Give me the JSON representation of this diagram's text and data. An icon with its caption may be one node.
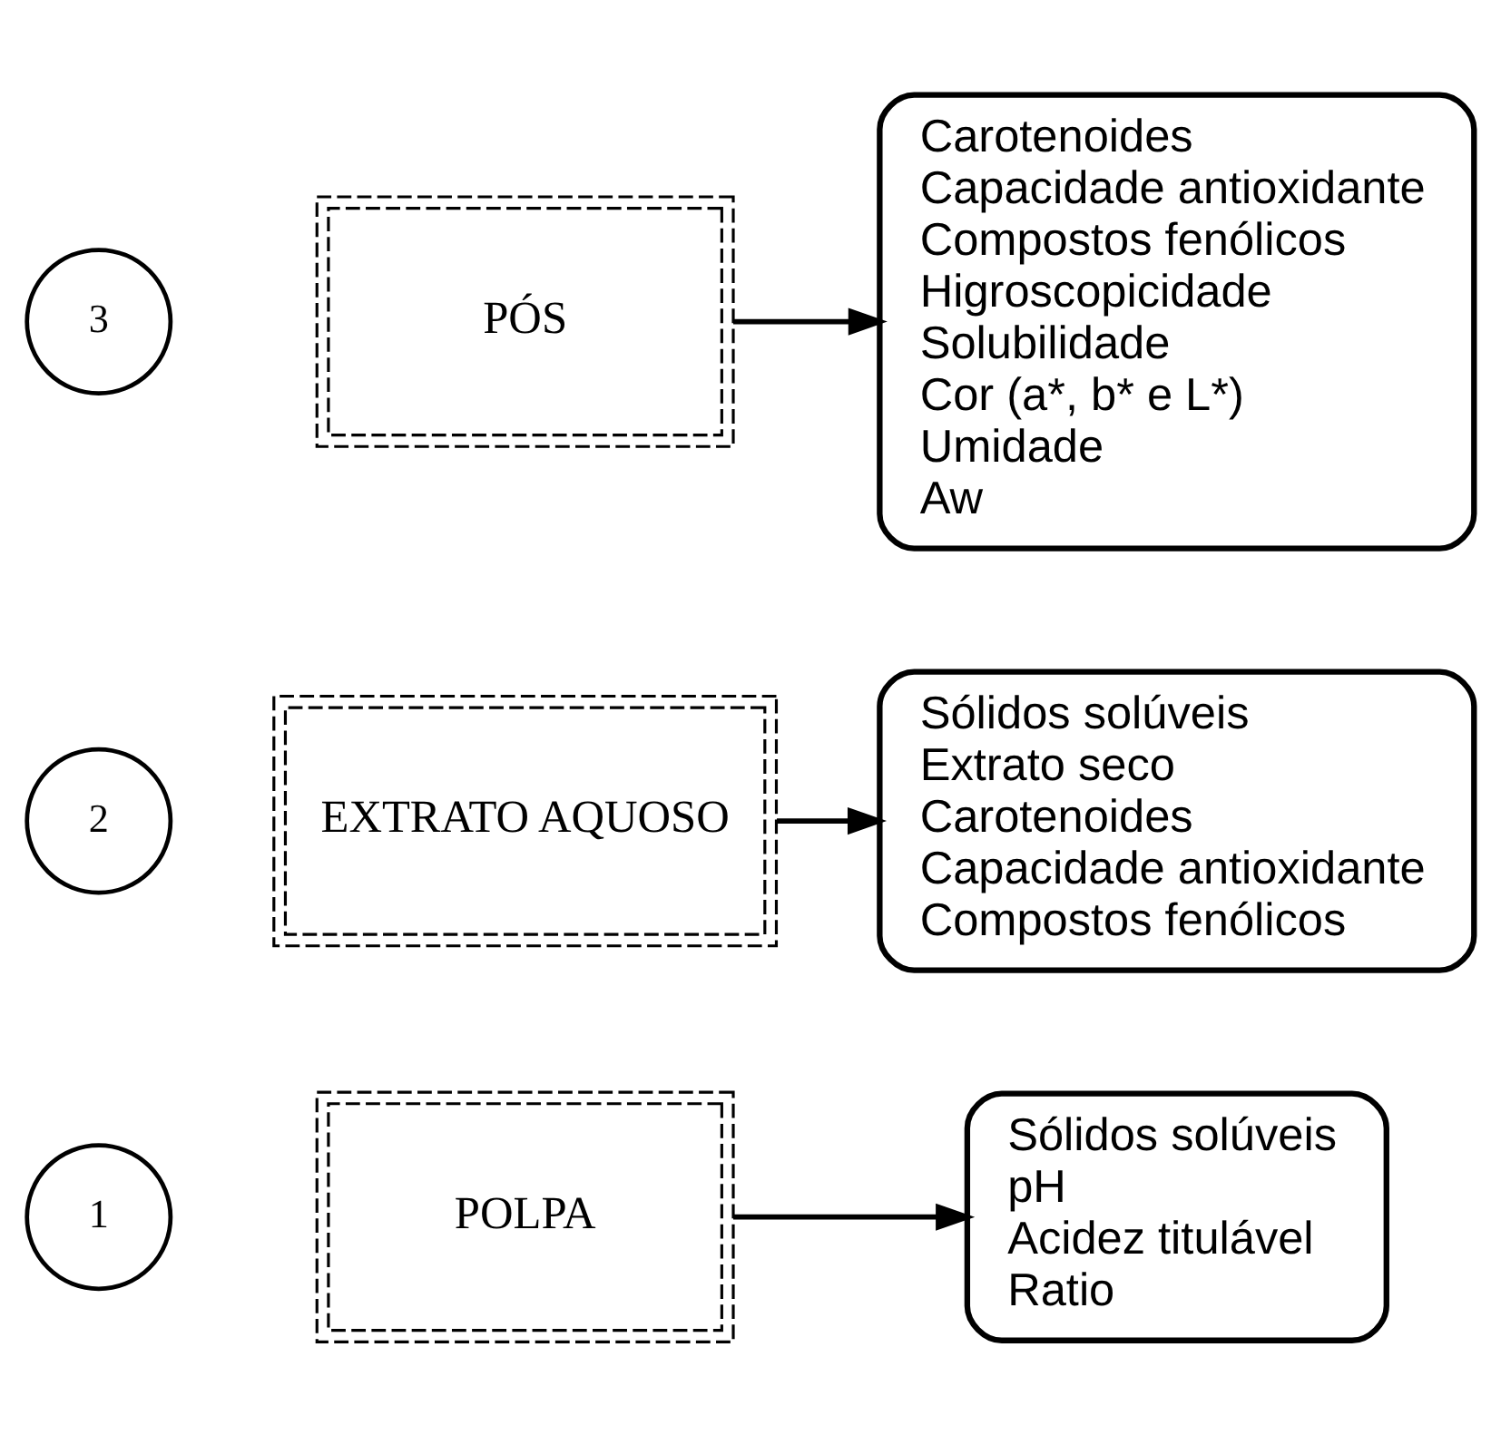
{
  "diagram": {
    "nodes": [
      {
        "text": [
          "1"
        ]
      },
      {
        "text": [
          "POLPA"
        ]
      },
      {
        "text": [
          "Sólidos solúveis",
          "pH",
          "Acidez titulável",
          "Ratio"
        ]
      },
      {
        "text": [
          "2"
        ]
      },
      {
        "text": [
          "EXTRATO AQUOSO"
        ]
      },
      {
        "text": [
          "Sólidos solúveis",
          "Extrato seco",
          "Carotenoides",
          "Capacidade antioxidante",
          "Compostos fenólicos"
        ]
      },
      {
        "text": [
          "3"
        ]
      },
      {
        "text": [
          "PÓS"
        ]
      },
      {
        "text": [
          "Carotenoides",
          "Capacidade antioxidante",
          "Compostos fenólicos",
          "Higroscopicidade",
          "Solubilidade",
          "Cor (a*, b* e L*)",
          "Umidade",
          "Aw"
        ]
      }
    ],
    "edges": [
      {
        "from": 1,
        "to": 2,
        "arrow": "to"
      },
      {
        "from": 4,
        "to": 5,
        "arrow": "to"
      },
      {
        "from": 7,
        "to": 8,
        "arrow": "to"
      }
    ]
  }
}
